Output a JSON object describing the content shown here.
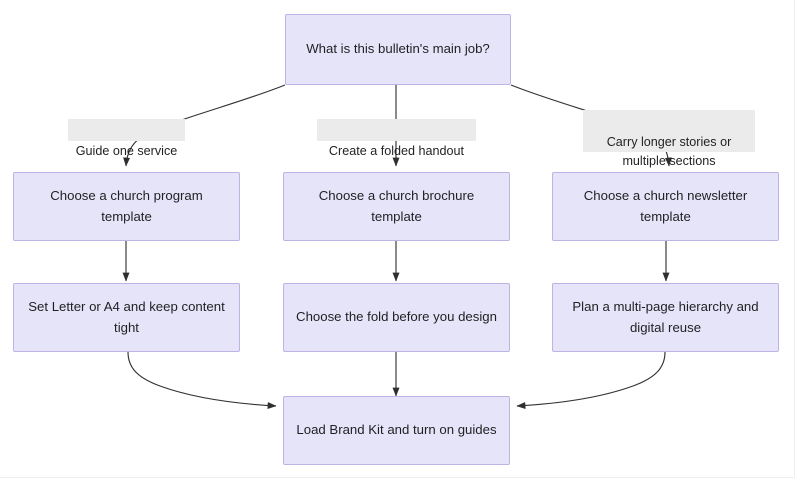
{
  "diagram": {
    "title": "Bulletin template decision flowchart",
    "type": "flowchart",
    "direction": "top-down",
    "colors": {
      "node_fill": "#e6e4f8",
      "node_border": "#bfb2e4",
      "node_text": "#1f2023",
      "edge_stroke": "#333333",
      "edge_label_bg": "#ebebeb",
      "background": "#ffffff"
    },
    "nodes": [
      {
        "id": "root",
        "label": "What is this bulletin's main job?"
      },
      {
        "id": "program",
        "label": "Choose a church program template"
      },
      {
        "id": "brochure",
        "label": "Choose a church brochure template"
      },
      {
        "id": "newsletter",
        "label": "Choose a church newsletter template"
      },
      {
        "id": "letter",
        "label": "Set Letter or A4 and keep content tight"
      },
      {
        "id": "fold",
        "label": "Choose the fold before you design"
      },
      {
        "id": "hierarchy",
        "label": "Plan a multi-page hierarchy and digital reuse"
      },
      {
        "id": "brandkit",
        "label": "Load Brand Kit and turn on guides"
      }
    ],
    "edge_labels": [
      {
        "id": "label-guide",
        "text": "Guide one service"
      },
      {
        "id": "label-folded",
        "text": "Create a folded handout"
      },
      {
        "id": "label-carry",
        "text": "Carry longer stories or multiple sections"
      }
    ],
    "edges": [
      {
        "from": "root",
        "to": "program",
        "label": "Guide one service"
      },
      {
        "from": "root",
        "to": "brochure",
        "label": "Create a folded handout"
      },
      {
        "from": "root",
        "to": "newsletter",
        "label": "Carry longer stories or multiple sections"
      },
      {
        "from": "program",
        "to": "letter",
        "label": ""
      },
      {
        "from": "brochure",
        "to": "fold",
        "label": ""
      },
      {
        "from": "newsletter",
        "to": "hierarchy",
        "label": ""
      },
      {
        "from": "letter",
        "to": "brandkit",
        "label": ""
      },
      {
        "from": "fold",
        "to": "brandkit",
        "label": ""
      },
      {
        "from": "hierarchy",
        "to": "brandkit",
        "label": ""
      }
    ]
  }
}
